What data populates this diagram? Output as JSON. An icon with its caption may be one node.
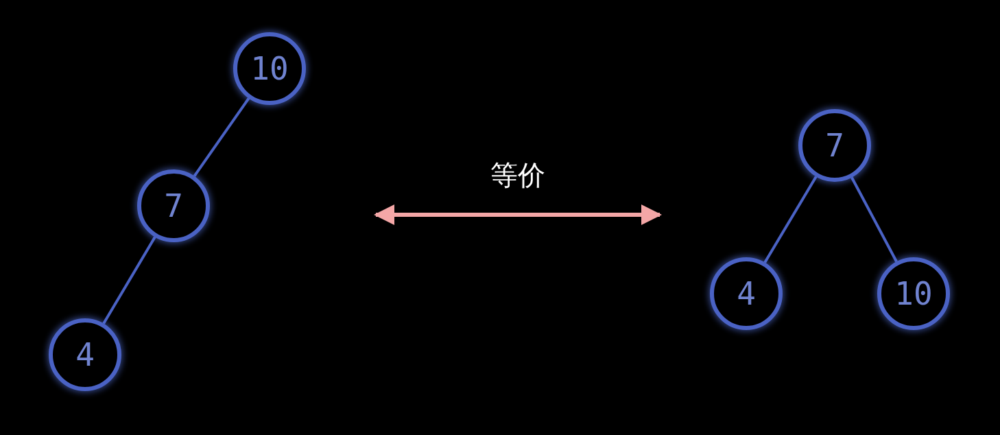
{
  "diagram": {
    "nodes": [
      {
        "text": [
          "10"
        ]
      },
      {
        "text": [
          "7"
        ]
      },
      {
        "text": [
          "4"
        ]
      },
      {
        "text": [
          "7"
        ]
      },
      {
        "text": [
          "4"
        ]
      },
      {
        "text": [
          "10"
        ]
      }
    ],
    "edges": [
      {
        "from": 0,
        "to": 1,
        "arrow": "none"
      },
      {
        "from": 1,
        "to": 2,
        "arrow": "none"
      },
      {
        "from": 3,
        "to": 4,
        "arrow": "none"
      },
      {
        "from": 3,
        "to": 5,
        "arrow": "none"
      }
    ],
    "labels": [
      "等价"
    ]
  }
}
